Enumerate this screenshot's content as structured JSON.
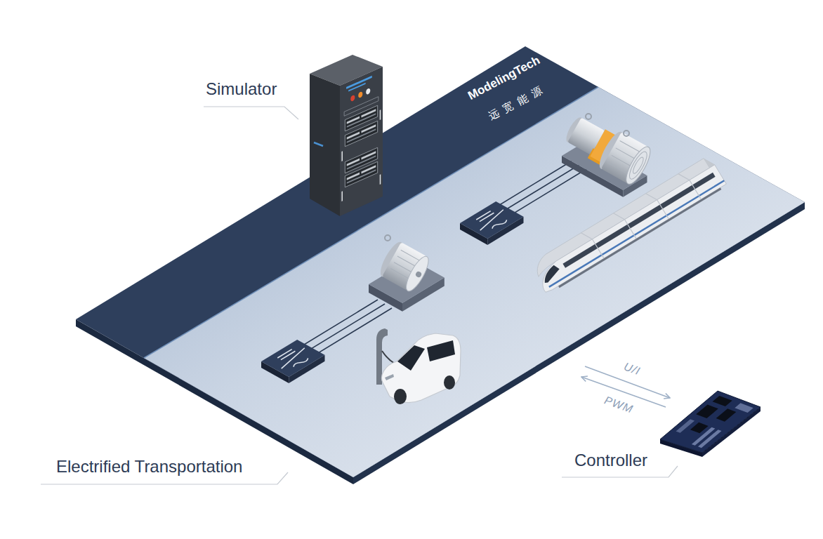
{
  "diagram": {
    "nodes": [
      {
        "text": [
          "Electrified Transportation"
        ]
      },
      {
        "text": [
          "Simulator"
        ]
      },
      {
        "text": [
          "Controller"
        ]
      }
    ],
    "edges": [
      {
        "from": 0,
        "to": 2,
        "label": "U/I",
        "arrow": "to"
      },
      {
        "from": 2,
        "to": 0,
        "label": "PWM",
        "arrow": "to"
      }
    ],
    "labels": [
      "ModelingTech",
      "远宽能源"
    ]
  }
}
